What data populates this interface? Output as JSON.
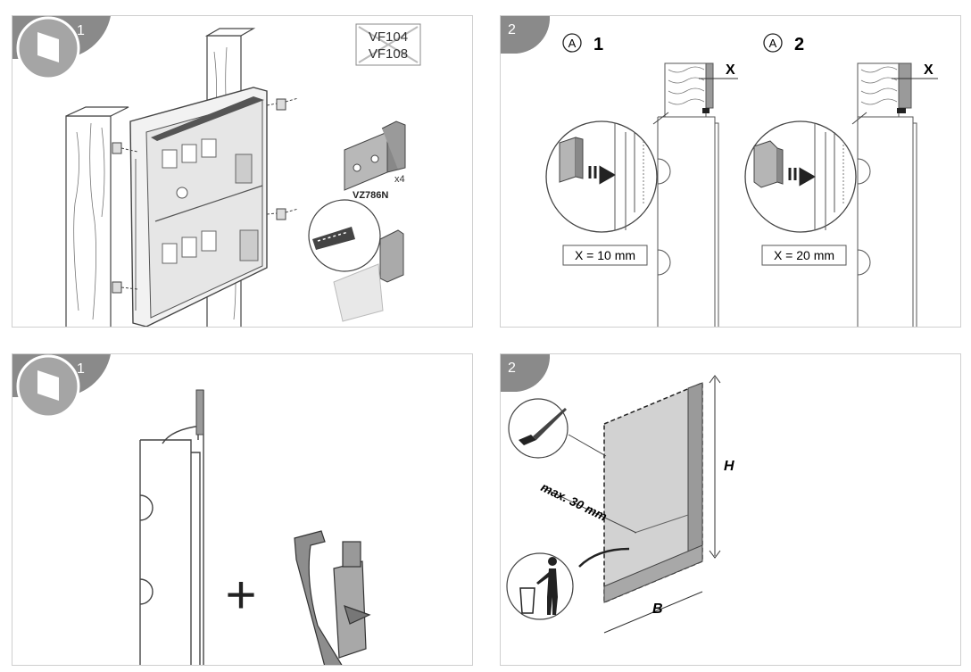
{
  "panels": [
    {
      "step": "1",
      "step_icon": "wall-mount-icon",
      "models_crossed": [
        "VF104",
        "VF108"
      ],
      "bracket_code": "VZ786N",
      "bracket_qty": "x4"
    },
    {
      "step": "2",
      "options": [
        {
          "marker": "A",
          "number": "1",
          "measure": "X = 10 mm",
          "dim_label": "X"
        },
        {
          "marker": "A",
          "number": "2",
          "measure": "X = 20 mm",
          "dim_label": "X"
        }
      ]
    },
    {
      "step": "1",
      "step_icon": "wall-mount-icon",
      "plus": "+"
    },
    {
      "step": "2",
      "cut_label": "max. 30 mm",
      "height_label": "H",
      "width_label": "B"
    }
  ]
}
